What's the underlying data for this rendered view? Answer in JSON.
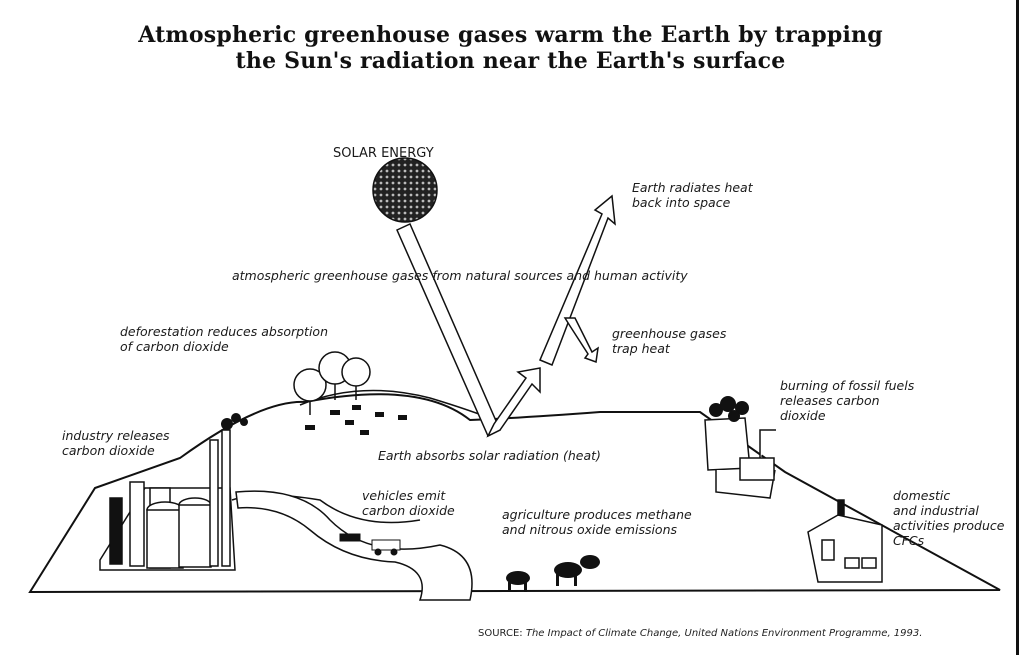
{
  "title": {
    "line1": "Atmospheric greenhouse gases warm the Earth by trapping",
    "line2": "the Sun's radiation near the Earth's surface"
  },
  "labels": {
    "solar_energy": "SOLAR ENERGY",
    "earth_radiates": "Earth radiates heat\nback into space",
    "atmospheric_gases": "atmospheric greenhouse gases from natural sources and human activity",
    "deforestation": "deforestation reduces absorption\nof carbon dioxide",
    "greenhouse_trap": "greenhouse gases\ntrap heat",
    "burning_fuels": "burning of fossil fuels\nreleases carbon\ndioxide",
    "industry": "industry releases\ncarbon dioxide",
    "earth_absorbs": "Earth absorbs solar radiation (heat)",
    "vehicles": "vehicles emit\ncarbon dioxide",
    "agriculture": "agriculture produces methane\nand nitrous oxide emissions",
    "domestic": "domestic\nand industrial\nactivities produce\nCFCs"
  },
  "source": {
    "prefix": "SOURCE:",
    "citation": "The Impact of Climate Change, United Nations Environment Programme, 1993."
  }
}
